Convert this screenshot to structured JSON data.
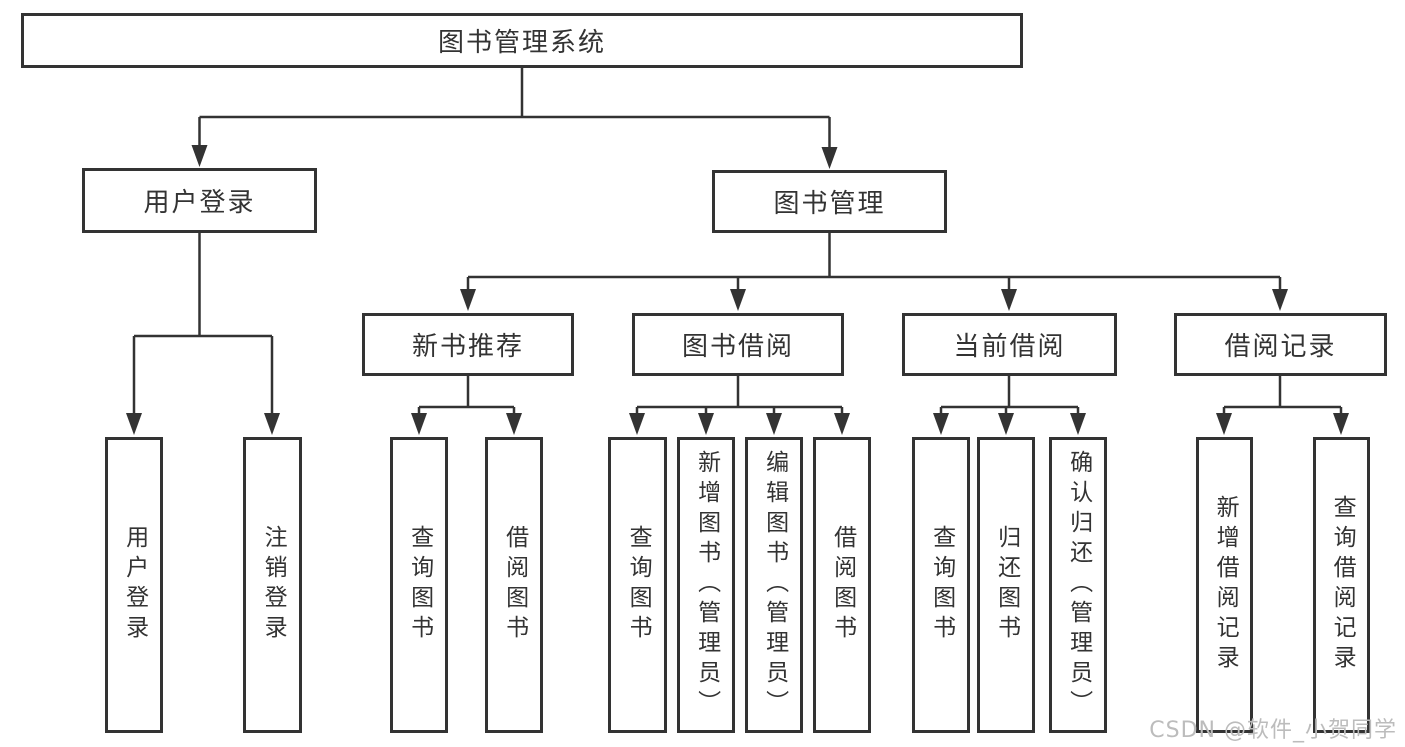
{
  "diagram": {
    "root": {
      "label": "图书管理系统"
    },
    "level2": [
      {
        "label": "用户登录"
      },
      {
        "label": "图书管理"
      }
    ],
    "level3": [
      {
        "label": "新书推荐"
      },
      {
        "label": "图书借阅"
      },
      {
        "label": "当前借阅"
      },
      {
        "label": "借阅记录"
      }
    ],
    "leaves": [
      {
        "label": "用户登录",
        "parent": "用户登录"
      },
      {
        "label": "注销登录",
        "parent": "用户登录"
      },
      {
        "label": "查询图书",
        "parent": "新书推荐"
      },
      {
        "label": "借阅图书",
        "parent": "新书推荐"
      },
      {
        "label": "查询图书",
        "parent": "图书借阅"
      },
      {
        "label": "新增图书（管理员）",
        "parent": "图书借阅"
      },
      {
        "label": "编辑图书（管理员）",
        "parent": "图书借阅"
      },
      {
        "label": "借阅图书",
        "parent": "图书借阅"
      },
      {
        "label": "查询图书",
        "parent": "当前借阅"
      },
      {
        "label": "归还图书",
        "parent": "当前借阅"
      },
      {
        "label": "确认归还（管理员）",
        "parent": "当前借阅"
      },
      {
        "label": "新增借阅记录",
        "parent": "借阅记录"
      },
      {
        "label": "查询借阅记录",
        "parent": "借阅记录"
      }
    ]
  },
  "watermark": {
    "text": "CSDN @软件_小贺同学"
  },
  "colors": {
    "line": "#333333",
    "border": "#333333",
    "text": "#333333",
    "background": "#ffffff",
    "watermark": "#bcbcbc"
  }
}
